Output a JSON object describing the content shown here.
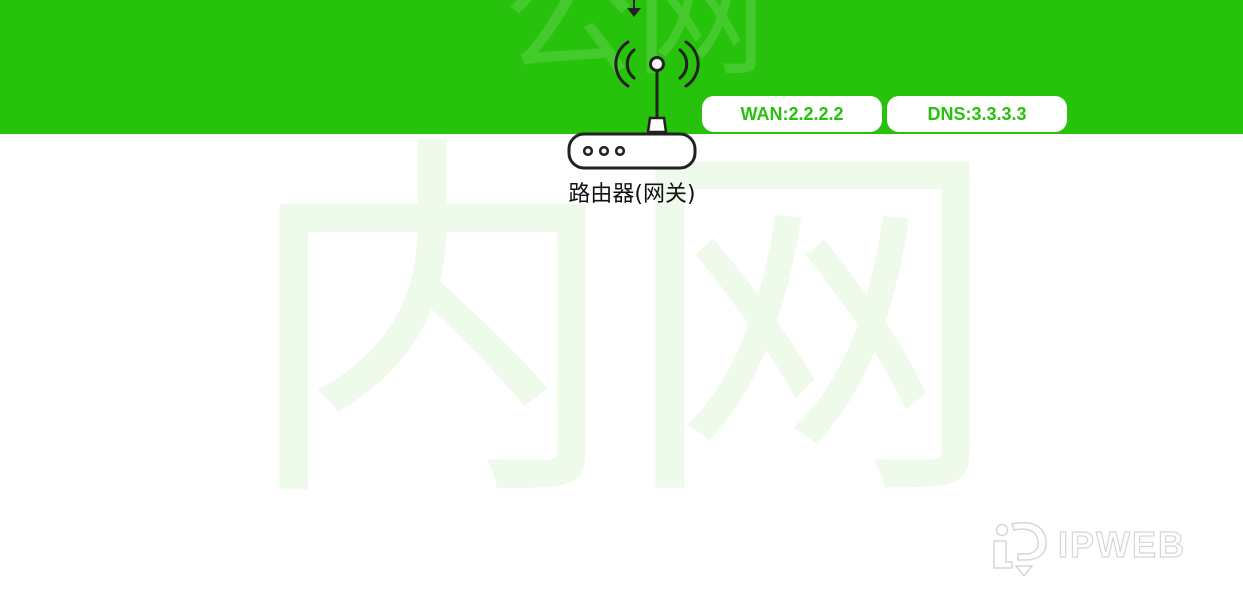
{
  "watermarks": {
    "public": "公网",
    "lan": "内网"
  },
  "pills": {
    "wan": "WAN:2.2.2.2",
    "dns": "DNS:3.3.3.3"
  },
  "router": {
    "label": "路由器(网关)"
  },
  "brand": {
    "logo_text": "IPWEB"
  },
  "colors": {
    "wan_band": "#27c20b",
    "lan_background": "#ffffff",
    "pill_text": "#27c20b",
    "router_stroke": "#222222"
  },
  "icons": [
    "down-arrow-icon",
    "wifi-signal-icon",
    "router-icon",
    "ipweb-logo-icon"
  ]
}
